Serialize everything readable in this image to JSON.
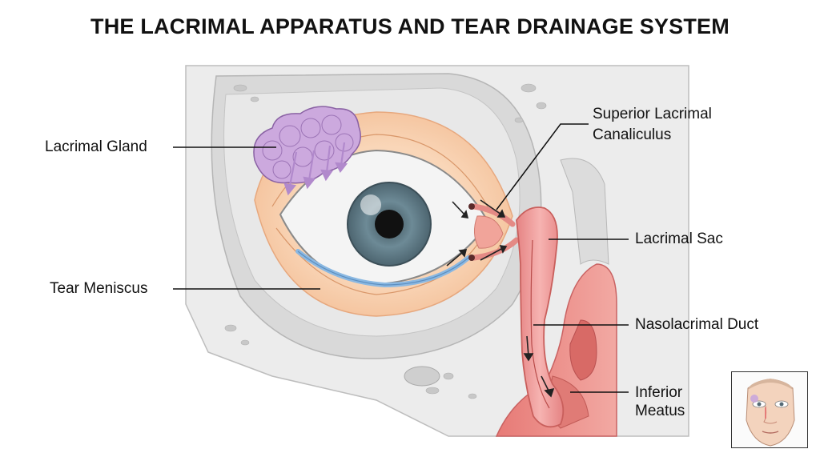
{
  "title": "THE LACRIMAL APPARATUS AND TEAR DRAINAGE SYSTEM",
  "labels": {
    "lacrimal_gland": "Lacrimal Gland",
    "tear_meniscus": "Tear Meniscus",
    "superior_canaliculus_line1": "Superior Lacrimal",
    "superior_canaliculus_line2": "Canaliculus",
    "lacrimal_sac": "Lacrimal Sac",
    "nasolacrimal_duct": "Nasolacrimal Duct",
    "inferior_meatus_line1": "Inferior",
    "inferior_meatus_line2": "Meatus"
  },
  "colors": {
    "bone": "#e6e6e6",
    "bone_shadow": "#cfcfcf",
    "gland": "#c9a6dc",
    "iris": "#6d8a96",
    "tear_film": "#9cc4e8",
    "duct": "#ee9a9a",
    "skin_orange": "#f7c9a4"
  },
  "icons": {
    "inset": "face-thumbnail-icon"
  }
}
